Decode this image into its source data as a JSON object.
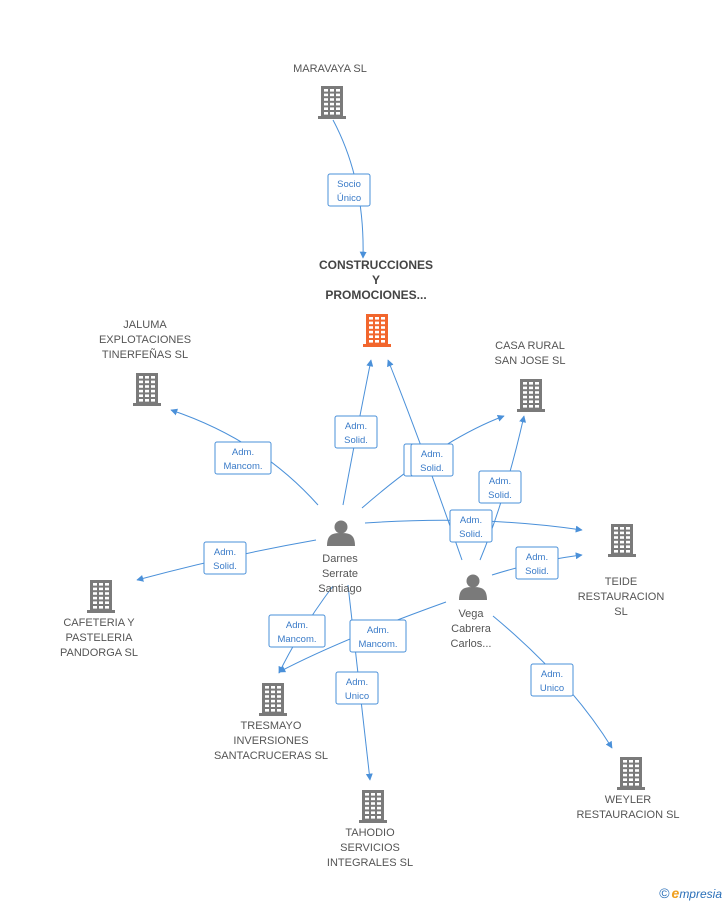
{
  "colors": {
    "company": "#7a7a7a",
    "company_main": "#f2662d",
    "person": "#7a7a7a",
    "edge": "#4a90d9",
    "edge_text": "#3a7bc8"
  },
  "nodes": [
    {
      "id": "maravaya",
      "type": "company",
      "icon": "building-icon",
      "lines": [
        "MARAVAYA SL"
      ]
    },
    {
      "id": "construcciones",
      "type": "company_main",
      "icon": "building-icon",
      "lines": [
        "CONSTRUCCIONES",
        "Y",
        "PROMOCIONES..."
      ]
    },
    {
      "id": "jaluma",
      "type": "company",
      "icon": "building-icon",
      "lines": [
        "JALUMA",
        "EXPLOTACIONES",
        "TINERFEÑAS SL"
      ]
    },
    {
      "id": "casarural",
      "type": "company",
      "icon": "building-icon",
      "lines": [
        "CASA RURAL",
        "SAN JOSE SL"
      ]
    },
    {
      "id": "teide",
      "type": "company",
      "icon": "building-icon",
      "lines": [
        "TEIDE",
        "RESTAURACION",
        "SL"
      ]
    },
    {
      "id": "cafeteria",
      "type": "company",
      "icon": "building-icon",
      "lines": [
        "CAFETERIA Y",
        "PASTELERIA",
        "PANDORGA SL"
      ]
    },
    {
      "id": "tresmayo",
      "type": "company",
      "icon": "building-icon",
      "lines": [
        "TRESMAYO",
        "INVERSIONES",
        "SANTACRUCERAS SL"
      ]
    },
    {
      "id": "tahodio",
      "type": "company",
      "icon": "building-icon",
      "lines": [
        "TAHODIO",
        "SERVICIOS",
        "INTEGRALES SL"
      ]
    },
    {
      "id": "weyler",
      "type": "company",
      "icon": "building-icon",
      "lines": [
        "WEYLER",
        "RESTAURACION SL"
      ]
    },
    {
      "id": "darnes",
      "type": "person",
      "icon": "person-icon",
      "lines": [
        "Darnes",
        "Serrate",
        "Santiago"
      ]
    },
    {
      "id": "vega",
      "type": "person",
      "icon": "person-icon",
      "lines": [
        "Vega",
        "Cabrera",
        "Carlos..."
      ]
    }
  ],
  "edges": [
    {
      "from": "maravaya",
      "to": "construcciones",
      "lines": [
        "Socio",
        "Único"
      ]
    },
    {
      "from": "darnes",
      "to": "construcciones",
      "lines": [
        "Adm.",
        "Solid."
      ]
    },
    {
      "from": "vega",
      "to": "construcciones",
      "lines": [
        "Adm.",
        "Solid."
      ]
    },
    {
      "from": "darnes",
      "to": "jaluma",
      "lines": [
        "Adm.",
        "Mancom."
      ]
    },
    {
      "from": "darnes",
      "to": "casarural",
      "lines": [
        "Adm.",
        "Solid."
      ]
    },
    {
      "from": "vega",
      "to": "casarural",
      "lines": [
        "Adm.",
        "Solid."
      ]
    },
    {
      "from": "darnes",
      "to": "teide",
      "lines": [
        "Adm.",
        "Solid."
      ]
    },
    {
      "from": "vega",
      "to": "teide",
      "lines": [
        "Adm.",
        "Solid."
      ]
    },
    {
      "from": "darnes",
      "to": "cafeteria",
      "lines": [
        "Adm.",
        "Solid."
      ]
    },
    {
      "from": "darnes",
      "to": "tresmayo",
      "lines": [
        "Adm.",
        "Mancom."
      ]
    },
    {
      "from": "vega",
      "to": "tresmayo",
      "lines": [
        "Adm.",
        "Mancom."
      ]
    },
    {
      "from": "darnes",
      "to": "tahodio",
      "lines": [
        "Adm.",
        "Unico"
      ]
    },
    {
      "from": "vega",
      "to": "weyler",
      "lines": [
        "Adm.",
        "Unico"
      ]
    }
  ],
  "brand": {
    "copyright": "©",
    "initial": "e",
    "rest": "mpresia"
  }
}
